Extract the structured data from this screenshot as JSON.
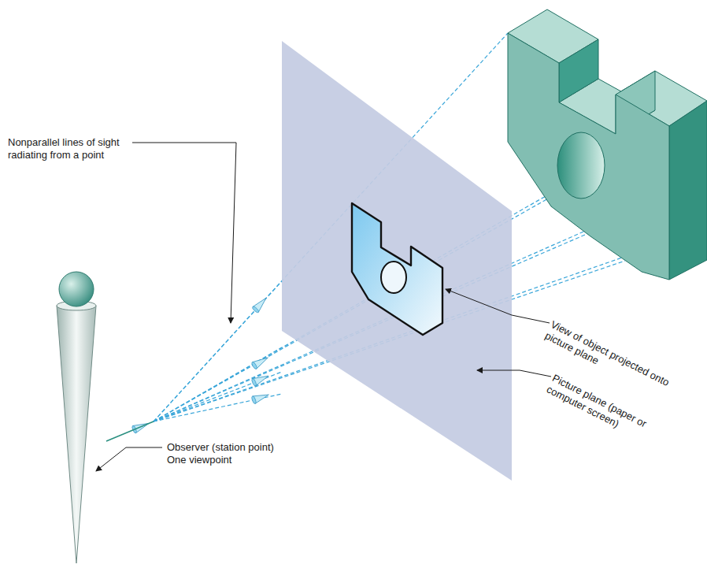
{
  "diagram": {
    "labels": [
      "Nonparallel lines of sight radiating from a point",
      "View of object projected onto picture plane",
      "Picture plane (paper or computer screen)",
      "Observer (station point) One viewpoint"
    ]
  }
}
